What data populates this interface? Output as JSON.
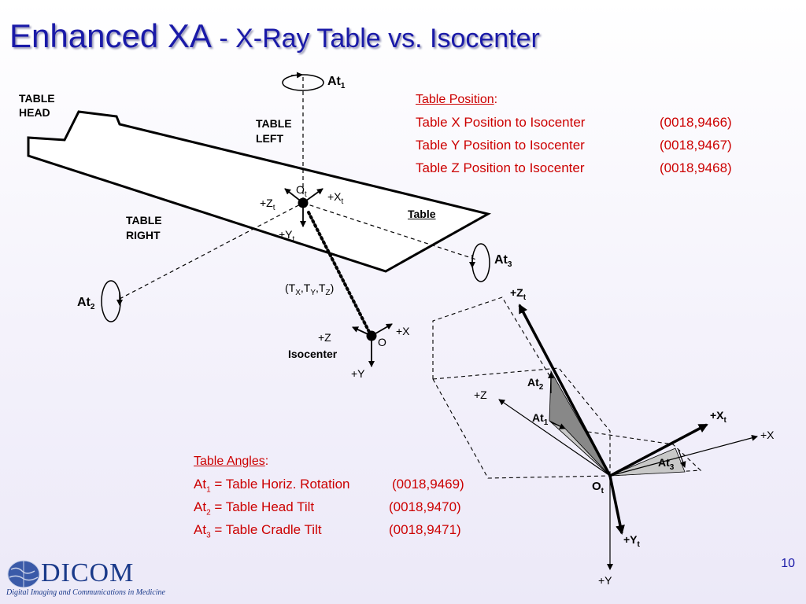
{
  "title": {
    "main": "Enhanced XA",
    "separator": " - ",
    "sub": "X-Ray Table vs. Isocenter"
  },
  "labels": {
    "at1": "At",
    "at1_sub": "1",
    "at2": "At",
    "at2_sub": "2",
    "at3": "At",
    "at3_sub": "3",
    "table_head": "TABLE HEAD",
    "table_left": "TABLE LEFT",
    "table_right": "TABLE RIGHT",
    "table": "Table",
    "ot": "O",
    "ot_sub": "t",
    "plus_zt": "+Z",
    "plus_zt_sub": "t",
    "plus_xt": "+X",
    "plus_xt_sub": "t",
    "plus_yt": "+Y",
    "plus_yt_sub": "t",
    "translation": "(T",
    "translation_x": "X",
    "translation_sep1": ",T",
    "translation_y": "Y",
    "translation_sep2": ",T",
    "translation_z": "Z",
    "translation_end": ")",
    "iso_plus_z": "+Z",
    "iso_plus_x": "+X",
    "iso_plus_y": "+Y",
    "iso_o": "O",
    "isocenter": "Isocenter"
  },
  "table_position": {
    "header": "Table Position",
    "colon": ":",
    "rows": [
      {
        "label": "Table X Position to Isocenter",
        "code": "(0018,9466)"
      },
      {
        "label": "Table Y Position to Isocenter",
        "code": "(0018,9467)"
      },
      {
        "label": "Table Z Position to Isocenter",
        "code": "(0018,9468)"
      }
    ]
  },
  "table_angles": {
    "header": "Table Angles",
    "colon": ":",
    "rows": [
      {
        "prefix": "At",
        "sub": "1",
        "label": " = Table Horiz. Rotation",
        "code": "(0018,9469)"
      },
      {
        "prefix": "At",
        "sub": "2",
        "label": " = Table Head Tilt",
        "code": "(0018,9470)"
      },
      {
        "prefix": "At",
        "sub": "3",
        "label": " = Table Cradle Tilt",
        "code": "(0018,9471)"
      }
    ]
  },
  "angle_diagram": {
    "plus_zt": "+Z",
    "plus_zt_sub": "t",
    "plus_z": "+Z",
    "at2": "At",
    "at2_sub": "2",
    "at1": "At",
    "at1_sub": "1",
    "plus_xt": "+X",
    "plus_xt_sub": "t",
    "plus_x": "+X",
    "at3": "At",
    "at3_sub": "3",
    "ot": "O",
    "ot_sub": "t",
    "plus_yt": "+Y",
    "plus_yt_sub": "t",
    "plus_y": "+Y"
  },
  "page_number": "10",
  "logo": {
    "word": "DICOM",
    "tagline": "Digital Imaging and Communications in Medicine"
  },
  "colors": {
    "title": "#1a1aa8",
    "info_text": "#cc0000",
    "table_fill": "#ffffff",
    "wedge_dark": "#888888",
    "wedge_light": "#c8c8c8"
  }
}
